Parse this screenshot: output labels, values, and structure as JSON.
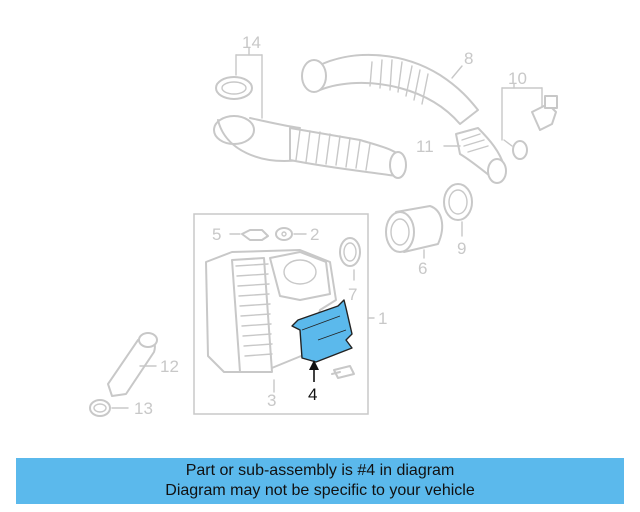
{
  "callouts": {
    "c1": "1",
    "c2": "2",
    "c3": "3",
    "c4": "4",
    "c5": "5",
    "c6": "6",
    "c7": "7",
    "c8": "8",
    "c9": "9",
    "c10": "10",
    "c11": "11",
    "c12": "12",
    "c13": "13",
    "c14": "14"
  },
  "highlight_color": "#5bb9ec",
  "highlighted_part": "4",
  "banner": {
    "line1": "Part or sub-assembly is #4 in diagram",
    "line2": "Diagram may not be specific to your vehicle"
  }
}
